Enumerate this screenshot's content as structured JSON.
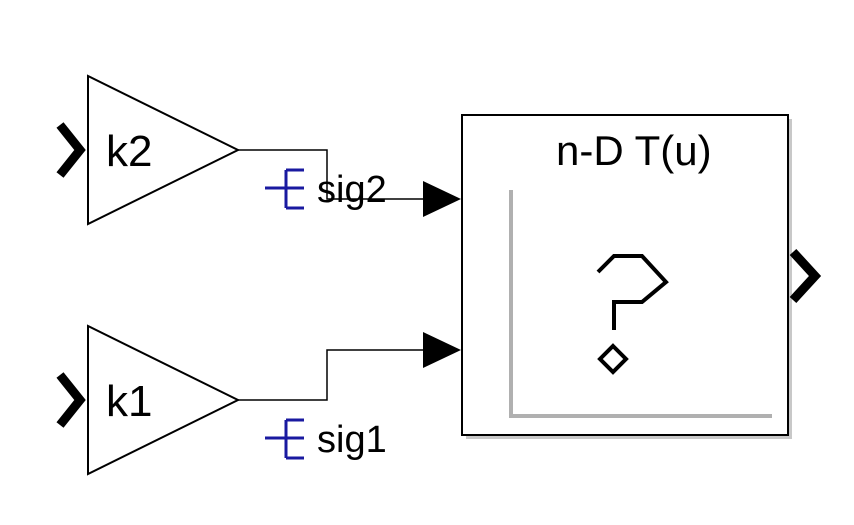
{
  "gains": [
    {
      "name": "k2",
      "label": "k2"
    },
    {
      "name": "k1",
      "label": "k1"
    }
  ],
  "signals": [
    {
      "name": "sig2",
      "label": "sig2"
    },
    {
      "name": "sig1",
      "label": "sig1"
    }
  ],
  "lookup_block": {
    "title": "n-D T(u)",
    "icon": "question-mark-icon"
  },
  "colors": {
    "line": "#000000",
    "signal_marker": "#1a1aa0",
    "axis": "#b0b0b0",
    "shadow": "#c8c8c8"
  }
}
